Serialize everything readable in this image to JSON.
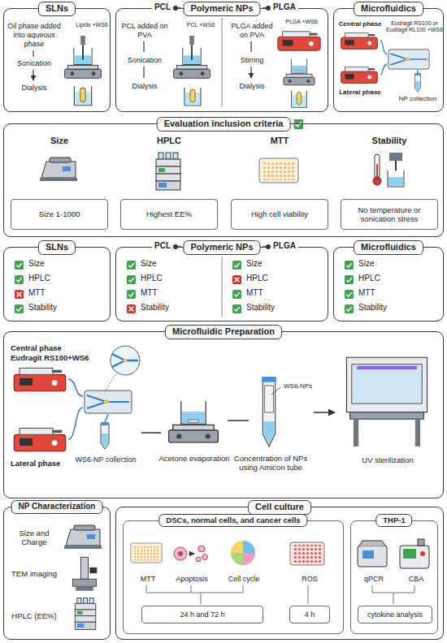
{
  "diagram": {
    "nodes": [
      {
        "text": [
          "SLNs",
          "Oil phase added into aqueous phase",
          "Sonication",
          "Dialysis",
          "Lipids +WS6"
        ]
      },
      {
        "text": [
          "PCL",
          "Polymeric NPs",
          "PLGA",
          "PCL added on PVA",
          "Sonication",
          "Dialysis",
          "PCL +WS6",
          "PLGA added on PVA",
          "Stirring",
          "Dialysis",
          "PLGA +WS6"
        ]
      },
      {
        "text": [
          "Microfluidics",
          "Central phase",
          "Eudragit RS100 or Eudragit RL100 +WS6",
          "Lateral phase",
          "NP collection"
        ]
      },
      {
        "text": [
          "Evaluation inclusion criteria",
          "Size",
          "HPLC",
          "MTT",
          "Stability"
        ]
      },
      {
        "text": [
          "Size 1-1000"
        ],
        "in": 3
      },
      {
        "text": [
          "Highest EE%"
        ],
        "in": 3
      },
      {
        "text": [
          "High cell viability"
        ],
        "in": 3
      },
      {
        "text": [
          "No temperature or sonication stress"
        ],
        "in": 3
      },
      {
        "text": [
          "SLNs",
          "Size",
          "HPLC",
          "MTT",
          "Stability"
        ]
      },
      {
        "text": [
          "PCL",
          "Polymeric NPs",
          "PLGA",
          "Size",
          "HPLC",
          "MTT",
          "Stability",
          "Size",
          "HPLC",
          "MTT",
          "Stability"
        ]
      },
      {
        "text": [
          "Microfluidics",
          "Size",
          "HPLC",
          "MTT",
          "Stability"
        ]
      },
      {
        "text": [
          "Microfluidic Preparation",
          "Central phase",
          "Eudragit RS100+WS6",
          "Lateral phase",
          "WS6-NP collection",
          "Acetone evaporation",
          "WS6-NPs",
          "Concentration of NPs using Amicon tube",
          "UV sterilization"
        ]
      },
      {
        "text": [
          "NP Characterization",
          "Size and Charge",
          "TEM imaging",
          "HPLC (EE%)"
        ]
      },
      {
        "text": [
          "Cell culture"
        ]
      },
      {
        "text": [
          "DSCs, normal cells, and cancer cells",
          "MTT",
          "Apoptosis",
          "Cell cycle",
          "ROS"
        ],
        "in": 13
      },
      {
        "text": [
          "THP-1",
          "qPCR",
          "CBA"
        ],
        "in": 13
      },
      {
        "text": [
          "24 h and 72 h"
        ],
        "in": 14
      },
      {
        "text": [
          "4 h"
        ],
        "in": 14
      },
      {
        "text": [
          "cytokine analysis"
        ],
        "in": 15
      }
    ]
  }
}
